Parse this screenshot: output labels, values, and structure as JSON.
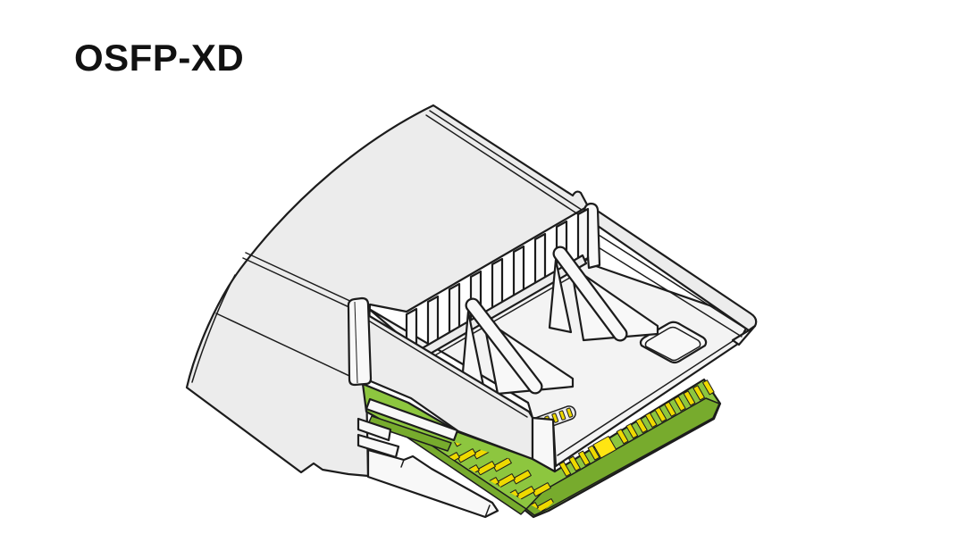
{
  "title": "OSFP-XD",
  "figure": {
    "subject": "OSFP-XD",
    "kind": "isometric-line-illustration"
  },
  "colors": {
    "background": "#ffffff",
    "outline": "#1c1c1c",
    "housing_gray": "#ececec",
    "housing_light": "#f8f8f8",
    "floor_gray": "#f3f3f3",
    "pcb_green": "#8dc63f",
    "pcb_green_dark": "#77ab2d",
    "contact_gold": "#eed900",
    "contact_gold_highlight": "#ffe512",
    "title": "#111111"
  }
}
